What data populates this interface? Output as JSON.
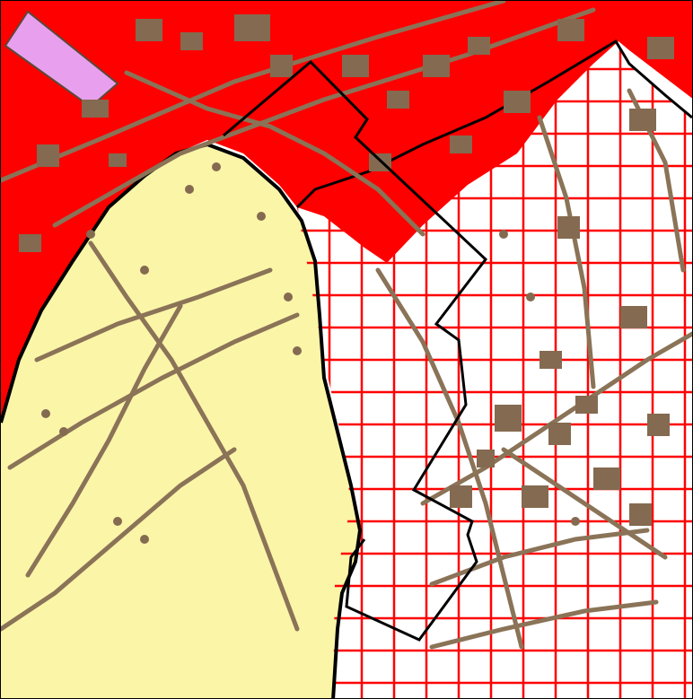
{
  "map": {
    "colors": {
      "background": "#ffffff",
      "residential_zone": "#ff0000",
      "agricultural_zone": "#fbf5a8",
      "special_zone": "#e8a0ee",
      "grid_hatch": "#ff0000",
      "buildings": "#846a50",
      "roads_and_paths": "#8a7357",
      "zone_outline": "#000000",
      "parcel_boundary": "#000000"
    },
    "layers": [
      {
        "id": "agricultural",
        "name": "agricultural-zone"
      },
      {
        "id": "residential",
        "name": "residential-zone"
      },
      {
        "id": "special",
        "name": "special-zone"
      },
      {
        "id": "hatch",
        "name": "grid-hatch-zone"
      },
      {
        "id": "buildings",
        "name": "buildings"
      },
      {
        "id": "roads",
        "name": "roads-and-paths"
      },
      {
        "id": "parcel",
        "name": "parcel-boundary"
      }
    ]
  }
}
